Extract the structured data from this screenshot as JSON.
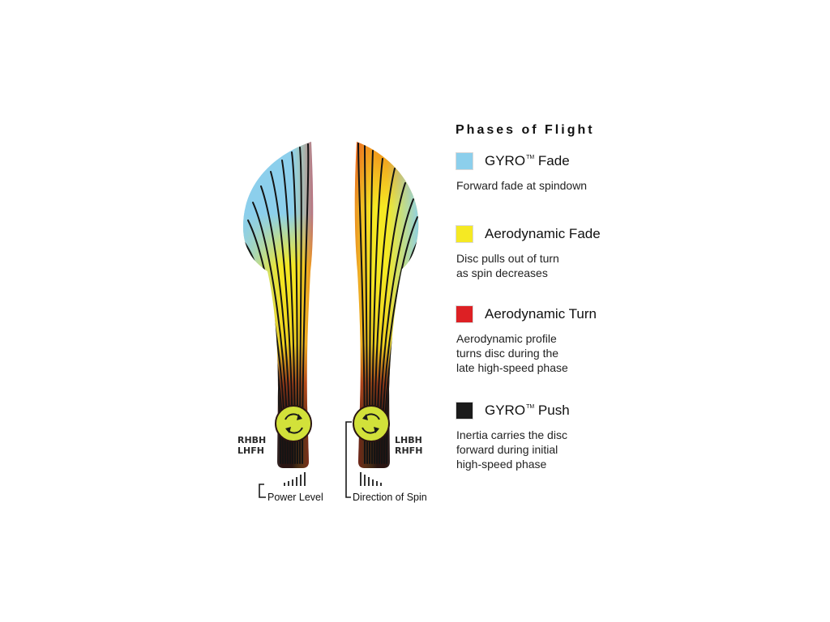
{
  "legend": {
    "title": "Phases of Flight",
    "items": [
      {
        "name": "GYRO",
        "mark": "TM",
        "suffix": " Fade",
        "color": "#8ccfec",
        "description": [
          "Forward fade at spindown"
        ]
      },
      {
        "name": "Aerodynamic Fade",
        "mark": "",
        "suffix": "",
        "color": "#f5e923",
        "description": [
          "Disc pulls out of turn",
          "as spin decreases"
        ]
      },
      {
        "name": "Aerodynamic Turn",
        "mark": "",
        "suffix": "",
        "color": "#dd2024",
        "description": [
          "Aerodynamic profile",
          "turns disc during the",
          "late high-speed phase"
        ]
      },
      {
        "name": "GYRO",
        "mark": "TM",
        "suffix": " Push",
        "color": "#1b1b1b",
        "description": [
          "Inertia carries the disc",
          "forward during initial",
          "high-speed phase"
        ]
      }
    ]
  },
  "diagram": {
    "left_throw": [
      "RHBH",
      "LHFH"
    ],
    "right_throw": [
      "LHBH",
      "RHFH"
    ],
    "power_level_label": "Power Level",
    "direction_of_spin_label": "Direction of Spin",
    "colors": {
      "sky": "#8ccfec",
      "yellow": "#f5e923",
      "red": "#dd2024",
      "dark": "#2a1512",
      "spin_disc": "#d2e13a"
    }
  }
}
